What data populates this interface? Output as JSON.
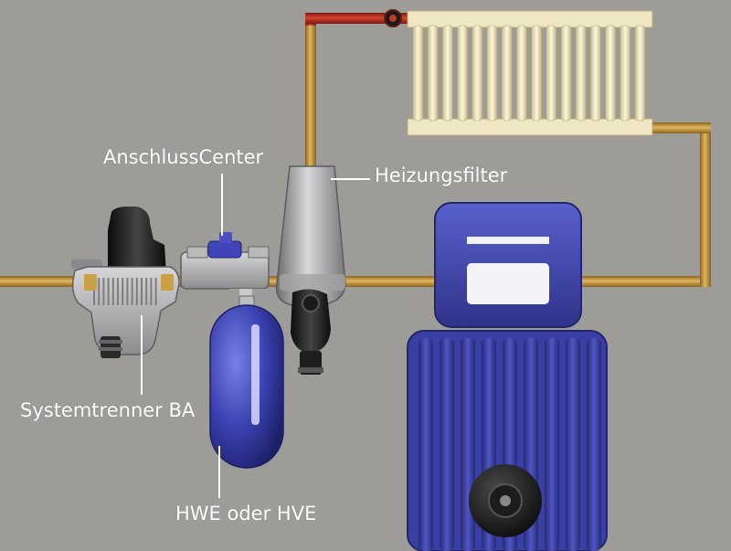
{
  "labels": {
    "anschlusscenter": "AnschlussCenter",
    "heizungsfilter": "Heizungsfilter",
    "systemtrenner": "Systemtrenner BA",
    "hwe_hve": "HWE oder HVE"
  },
  "colors": {
    "background": "#9e9c98",
    "pipe": "#c49a3e",
    "pipe_hot": "#c0392b",
    "label_text": "#ffffff",
    "boiler_blue": "#3f44a8",
    "radiator": "#eee6c4"
  }
}
